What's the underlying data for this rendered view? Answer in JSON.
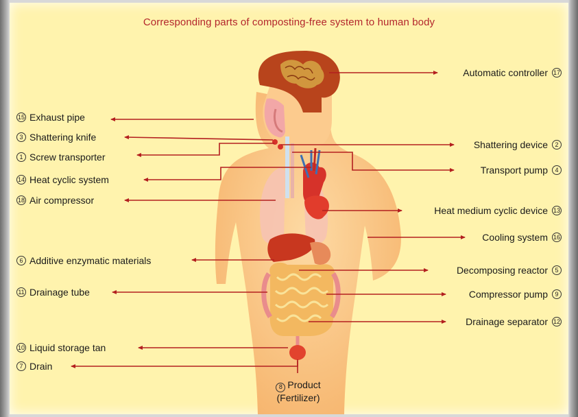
{
  "title": "Corresponding parts of composting-free system to human body",
  "colors": {
    "background": "#fff3ad",
    "title": "#b3262c",
    "arrow": "#b31f1f",
    "body_skin": "#fbc98a",
    "brain": "#b8441c",
    "organ_red": "#e2432e",
    "intestine": "#f7d26a"
  },
  "left_labels": [
    {
      "num": "15",
      "text": "Exhaust pipe"
    },
    {
      "num": "3",
      "text": "Shattering knife"
    },
    {
      "num": "1",
      "text": "Screw transporter"
    },
    {
      "num": "14",
      "text": "Heat cyclic system"
    },
    {
      "num": "18",
      "text": "Air compressor"
    },
    {
      "num": "6",
      "text": "Additive enzymatic materials"
    },
    {
      "num": "11",
      "text": "Drainage tube"
    },
    {
      "num": "10",
      "text": "Liquid storage tan"
    },
    {
      "num": "7",
      "text": "Drain"
    }
  ],
  "right_labels": [
    {
      "num": "17",
      "text": "Automatic controller"
    },
    {
      "num": "2",
      "text": "Shattering device"
    },
    {
      "num": "4",
      "text": "Transport pump"
    },
    {
      "num": "13",
      "text": "Heat medium cyclic device"
    },
    {
      "num": "16",
      "text": "Cooling system"
    },
    {
      "num": "5",
      "text": "Decomposing reactor"
    },
    {
      "num": "9",
      "text": "Compressor pump"
    },
    {
      "num": "12",
      "text": "Drainage separator"
    }
  ],
  "product": {
    "num": "8",
    "line1": "Product",
    "line2": "(Fertilizer)"
  }
}
